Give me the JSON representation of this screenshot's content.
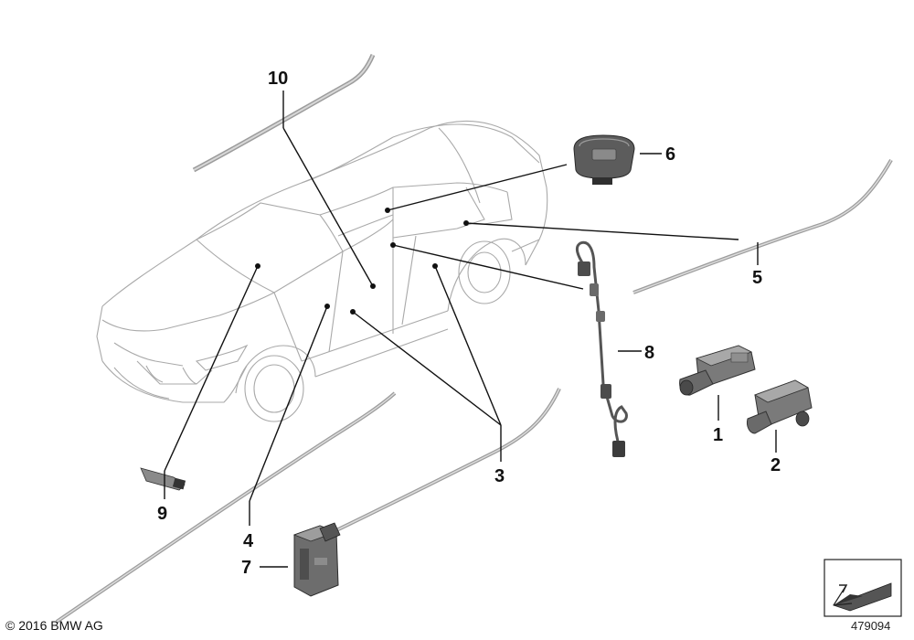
{
  "callouts": [
    {
      "number": "1"
    },
    {
      "number": "2"
    },
    {
      "number": "3"
    },
    {
      "number": "4"
    },
    {
      "number": "5"
    },
    {
      "number": "6"
    },
    {
      "number": "7"
    },
    {
      "number": "8"
    },
    {
      "number": "9"
    },
    {
      "number": "10"
    }
  ],
  "footer": {
    "copyright": "© 2016 BMW AG",
    "diagram_id": "479094"
  },
  "icons": {
    "nav_icon": "arrow-icon"
  }
}
